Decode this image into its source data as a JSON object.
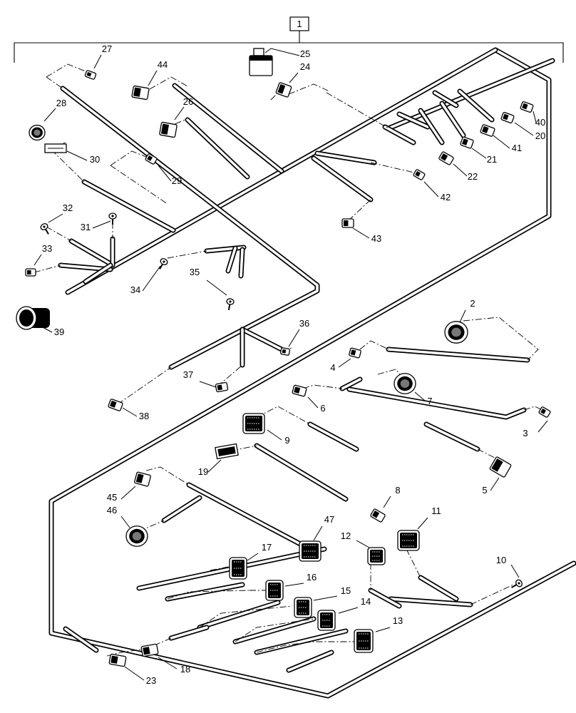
{
  "assembly_label": "1",
  "callouts": [
    {
      "n": "2",
      "label": "2"
    },
    {
      "n": "3",
      "label": "3"
    },
    {
      "n": "4",
      "label": "4"
    },
    {
      "n": "5",
      "label": "5"
    },
    {
      "n": "6",
      "label": "6"
    },
    {
      "n": "7",
      "label": "7"
    },
    {
      "n": "8",
      "label": "8"
    },
    {
      "n": "9",
      "label": "9"
    },
    {
      "n": "10",
      "label": "10"
    },
    {
      "n": "11",
      "label": "11"
    },
    {
      "n": "12",
      "label": "12"
    },
    {
      "n": "13",
      "label": "13"
    },
    {
      "n": "14",
      "label": "14"
    },
    {
      "n": "15",
      "label": "15"
    },
    {
      "n": "16",
      "label": "16"
    },
    {
      "n": "17",
      "label": "17"
    },
    {
      "n": "18",
      "label": "18"
    },
    {
      "n": "19",
      "label": "19"
    },
    {
      "n": "20",
      "label": "20"
    },
    {
      "n": "21",
      "label": "21"
    },
    {
      "n": "22",
      "label": "22"
    },
    {
      "n": "23",
      "label": "23"
    },
    {
      "n": "24",
      "label": "24"
    },
    {
      "n": "25",
      "label": "25"
    },
    {
      "n": "26",
      "label": "26"
    },
    {
      "n": "27",
      "label": "27"
    },
    {
      "n": "28",
      "label": "28"
    },
    {
      "n": "29",
      "label": "29"
    },
    {
      "n": "30",
      "label": "30"
    },
    {
      "n": "31",
      "label": "31"
    },
    {
      "n": "32",
      "label": "32"
    },
    {
      "n": "33",
      "label": "33"
    },
    {
      "n": "34",
      "label": "34"
    },
    {
      "n": "35",
      "label": "35"
    },
    {
      "n": "36",
      "label": "36"
    },
    {
      "n": "37",
      "label": "37"
    },
    {
      "n": "38",
      "label": "38"
    },
    {
      "n": "39",
      "label": "39"
    },
    {
      "n": "40",
      "label": "40"
    },
    {
      "n": "41",
      "label": "41"
    },
    {
      "n": "42",
      "label": "42"
    },
    {
      "n": "43",
      "label": "43"
    },
    {
      "n": "44",
      "label": "44"
    },
    {
      "n": "45",
      "label": "45"
    },
    {
      "n": "46",
      "label": "46"
    },
    {
      "n": "47",
      "label": "47"
    }
  ]
}
